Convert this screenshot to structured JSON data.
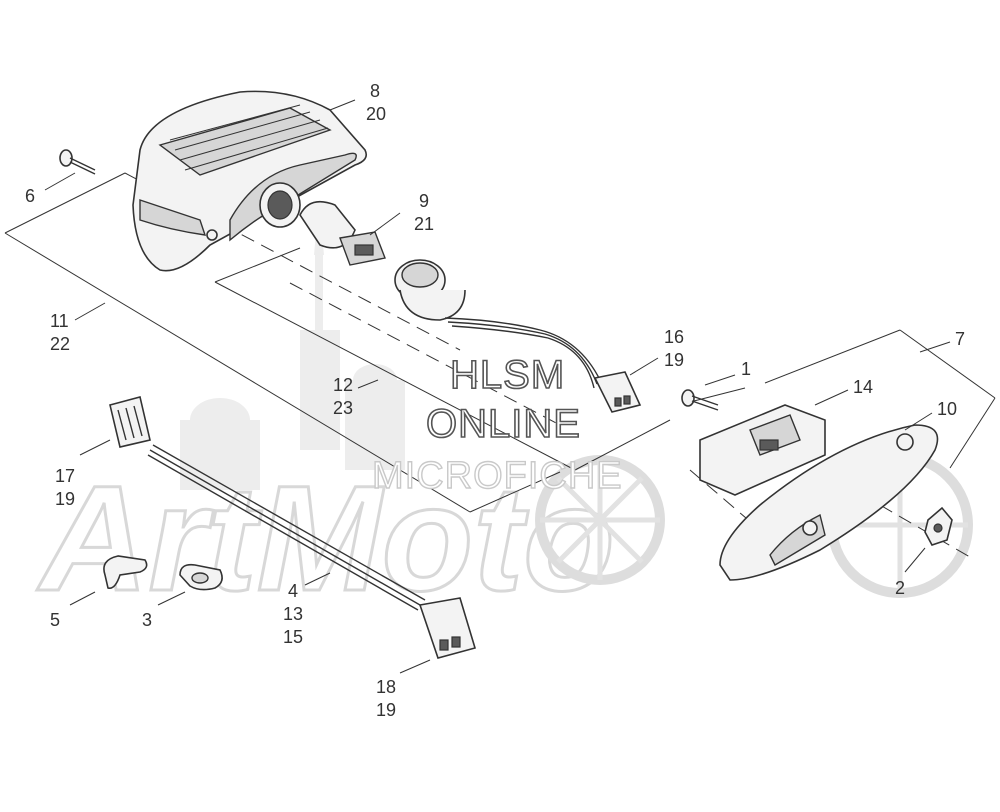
{
  "watermark": {
    "logo": "ArtMoto",
    "line1": "HLSM",
    "line2": "ONLINE",
    "line3": "MICROFICHE"
  },
  "callouts": [
    {
      "id": "c8",
      "lines": [
        "8",
        "20"
      ]
    },
    {
      "id": "c6",
      "lines": [
        "6"
      ]
    },
    {
      "id": "c9",
      "lines": [
        "9",
        "21"
      ]
    },
    {
      "id": "c11",
      "lines": [
        "11",
        "22"
      ]
    },
    {
      "id": "c16",
      "lines": [
        "16",
        "19"
      ]
    },
    {
      "id": "c12",
      "lines": [
        "12",
        "23"
      ]
    },
    {
      "id": "c7",
      "lines": [
        "7"
      ]
    },
    {
      "id": "c1",
      "lines": [
        "1"
      ]
    },
    {
      "id": "c14",
      "lines": [
        "14"
      ]
    },
    {
      "id": "c10",
      "lines": [
        "10"
      ]
    },
    {
      "id": "c17",
      "lines": [
        "17",
        "19"
      ]
    },
    {
      "id": "c4",
      "lines": [
        "4",
        "13",
        "15"
      ]
    },
    {
      "id": "c5",
      "lines": [
        "5"
      ]
    },
    {
      "id": "c3",
      "lines": [
        "3"
      ]
    },
    {
      "id": "c2",
      "lines": [
        "2"
      ]
    },
    {
      "id": "c18",
      "lines": [
        "18",
        "19"
      ]
    }
  ],
  "colors": {
    "ink": "#333333",
    "watermark": "#d8d8d8",
    "part_fill": "#f3f3f3"
  }
}
